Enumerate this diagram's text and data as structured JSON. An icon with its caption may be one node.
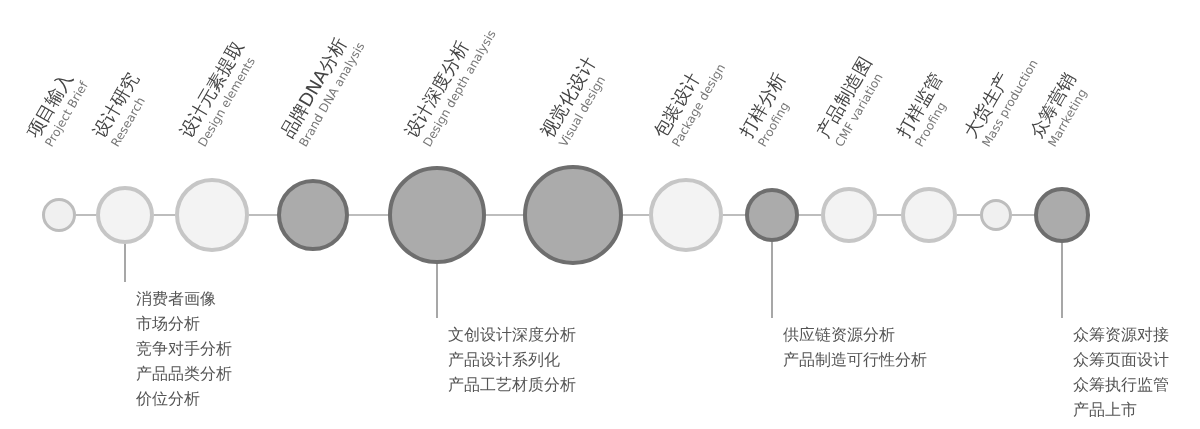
{
  "diagram": {
    "nodes": [
      {
        "text": [],
        "shape": "circle",
        "beside": [
          "项目输入",
          "Project Brief"
        ]
      },
      {
        "text": [],
        "shape": "circle",
        "beside": [
          "设计研究",
          "Research"
        ]
      },
      {
        "text": [],
        "shape": "circle",
        "beside": [
          "设计元素提取",
          "Design elements"
        ]
      },
      {
        "text": [],
        "shape": "circle",
        "beside": [
          "品牌DNA分析",
          "Brand DNA analysis"
        ]
      },
      {
        "text": [],
        "shape": "circle",
        "beside": [
          "设计深度分析",
          "Design depth analysis"
        ]
      },
      {
        "text": [],
        "shape": "circle",
        "beside": [
          "视觉化设计",
          "Visual design"
        ]
      },
      {
        "text": [],
        "shape": "circle",
        "beside": [
          "包装设计",
          "Package design"
        ]
      },
      {
        "text": [],
        "shape": "circle",
        "beside": [
          "打样分析",
          "Proofing"
        ]
      },
      {
        "text": [],
        "shape": "circle",
        "beside": [
          "产品制造图",
          "CMF variation"
        ]
      },
      {
        "text": [],
        "shape": "circle",
        "beside": [
          "打样监管",
          "Proofing"
        ]
      },
      {
        "text": [],
        "shape": "circle",
        "beside": [
          "大货生产",
          "Mass production"
        ]
      },
      {
        "text": [],
        "shape": "circle",
        "beside": [
          "众筹营销",
          "Marrketing"
        ]
      },
      {
        "text": [
          "消费者画像",
          "市场分析",
          "竞争对手分析",
          "产品品类分析",
          "价位分析"
        ]
      },
      {
        "text": [
          "文创设计深度分析",
          "产品设计系列化",
          "产品工艺材质分析"
        ]
      },
      {
        "text": [
          "供应链资源分析",
          "产品制造可行性分析"
        ]
      },
      {
        "text": [
          "众筹资源对接",
          "众筹页面设计",
          "众筹执行监管",
          "产品上市"
        ]
      }
    ],
    "edges": [
      {
        "from": 0,
        "to": 1,
        "arrow": "none"
      },
      {
        "from": 1,
        "to": 2,
        "arrow": "none"
      },
      {
        "from": 2,
        "to": 3,
        "arrow": "none"
      },
      {
        "from": 3,
        "to": 4,
        "arrow": "none"
      },
      {
        "from": 4,
        "to": 5,
        "arrow": "none"
      },
      {
        "from": 5,
        "to": 6,
        "arrow": "none"
      },
      {
        "from": 6,
        "to": 7,
        "arrow": "none"
      },
      {
        "from": 7,
        "to": 8,
        "arrow": "none"
      },
      {
        "from": 8,
        "to": 9,
        "arrow": "none"
      },
      {
        "from": 9,
        "to": 10,
        "arrow": "none"
      },
      {
        "from": 10,
        "to": 11,
        "arrow": "none"
      },
      {
        "from": 1,
        "to": 12,
        "arrow": "none"
      },
      {
        "from": 4,
        "to": 13,
        "arrow": "none"
      },
      {
        "from": 7,
        "to": 14,
        "arrow": "none"
      },
      {
        "from": 11,
        "to": 15,
        "arrow": "none"
      }
    ]
  }
}
